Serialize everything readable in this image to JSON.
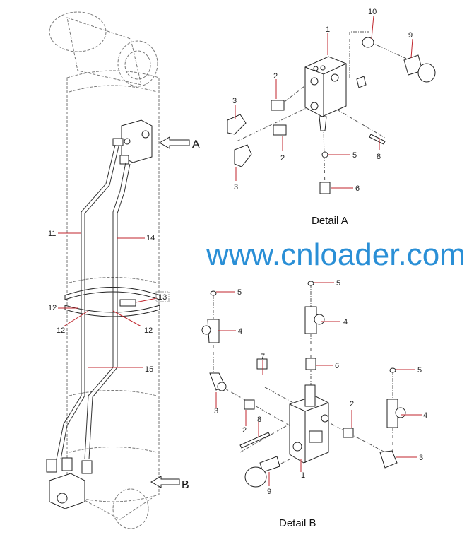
{
  "watermark": "www.cnloader.com",
  "main_view": {
    "arrow_a": "A",
    "arrow_b": "B",
    "labels": [
      "11",
      "14",
      "13",
      "12",
      "12",
      "12",
      "15"
    ]
  },
  "detail_a": {
    "title": "Detail A",
    "labels": [
      "1",
      "10",
      "9",
      "2",
      "3",
      "2",
      "3",
      "5",
      "8",
      "6"
    ]
  },
  "detail_b": {
    "title": "Detail B",
    "labels": [
      "5",
      "5",
      "4",
      "4",
      "7",
      "6",
      "5",
      "3",
      "2",
      "2",
      "8",
      "4",
      "3",
      "1",
      "9"
    ]
  },
  "colors": {
    "leader": "#c0262d",
    "watermark": "#2a8fd6"
  }
}
